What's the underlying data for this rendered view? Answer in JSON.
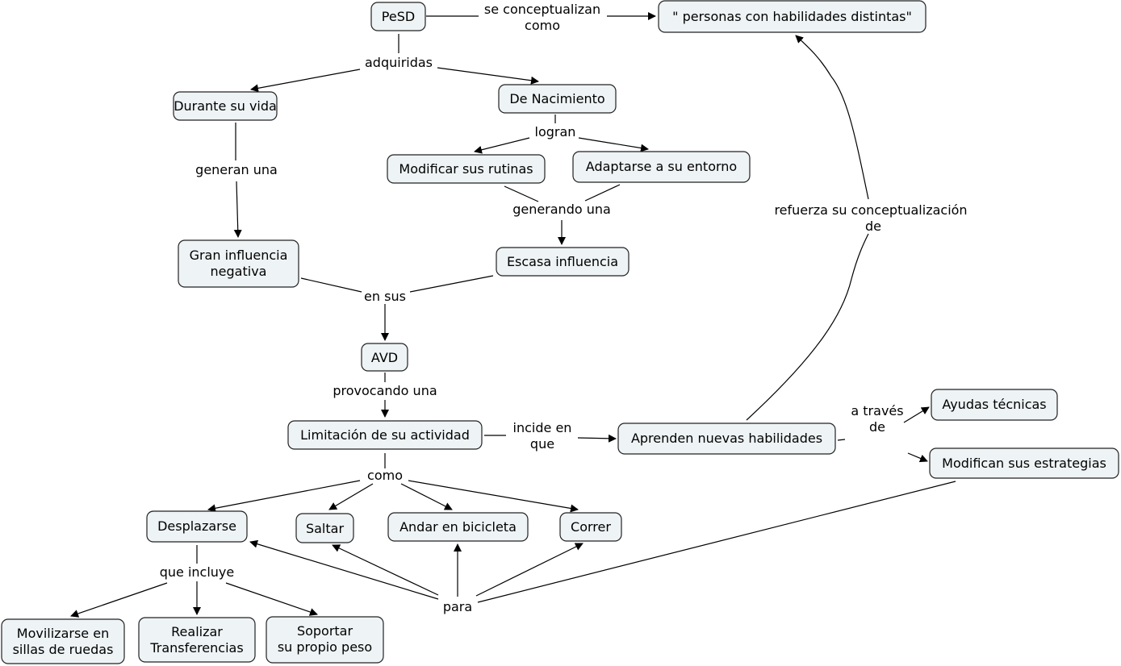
{
  "nodes": [
    {
      "id": "pesd",
      "lines": [
        "PeSD"
      ]
    },
    {
      "id": "personas",
      "lines": [
        "\" personas con habilidades distintas\""
      ]
    },
    {
      "id": "durante",
      "lines": [
        "Durante su vida"
      ]
    },
    {
      "id": "nacimiento",
      "lines": [
        "De Nacimiento"
      ]
    },
    {
      "id": "modificar",
      "lines": [
        "Modificar sus rutinas"
      ]
    },
    {
      "id": "adaptarse",
      "lines": [
        "Adaptarse a su entorno"
      ]
    },
    {
      "id": "gran",
      "lines": [
        "Gran influencia",
        "negativa"
      ]
    },
    {
      "id": "escasa",
      "lines": [
        "Escasa influencia"
      ]
    },
    {
      "id": "avd",
      "lines": [
        "AVD"
      ]
    },
    {
      "id": "limitacion",
      "lines": [
        "Limitación de su actividad"
      ]
    },
    {
      "id": "aprenden",
      "lines": [
        "Aprenden nuevas habilidades"
      ]
    },
    {
      "id": "ayudas",
      "lines": [
        "Ayudas técnicas"
      ]
    },
    {
      "id": "modifican",
      "lines": [
        "Modifican sus estrategias"
      ]
    },
    {
      "id": "desplazarse",
      "lines": [
        "Desplazarse"
      ]
    },
    {
      "id": "saltar",
      "lines": [
        "Saltar"
      ]
    },
    {
      "id": "andar",
      "lines": [
        "Andar en bicicleta"
      ]
    },
    {
      "id": "correr",
      "lines": [
        "Correr"
      ]
    },
    {
      "id": "movilizarse",
      "lines": [
        "Movilizarse en",
        "sillas de ruedas"
      ]
    },
    {
      "id": "realizar",
      "lines": [
        "Realizar",
        "Transferencias"
      ]
    },
    {
      "id": "soportar",
      "lines": [
        "Soportar",
        "su propio peso"
      ]
    }
  ],
  "linking_phrases": [
    {
      "id": "conceptualizan",
      "lines": [
        "se conceptualizan",
        "como"
      ]
    },
    {
      "id": "adquiridas",
      "lines": [
        "adquiridas"
      ]
    },
    {
      "id": "logran",
      "lines": [
        "logran"
      ]
    },
    {
      "id": "generan",
      "lines": [
        "generan una"
      ]
    },
    {
      "id": "generando",
      "lines": [
        "generando una"
      ]
    },
    {
      "id": "ensus",
      "lines": [
        "en sus"
      ]
    },
    {
      "id": "provocando",
      "lines": [
        "provocando una"
      ]
    },
    {
      "id": "incide",
      "lines": [
        "incide en",
        "que"
      ]
    },
    {
      "id": "refuerza",
      "lines": [
        "refuerza su conceptualización",
        "de"
      ]
    },
    {
      "id": "atraves",
      "lines": [
        "a través",
        "de"
      ]
    },
    {
      "id": "como",
      "lines": [
        "como"
      ]
    },
    {
      "id": "incluye",
      "lines": [
        "que incluye"
      ]
    },
    {
      "id": "para",
      "lines": [
        "para"
      ]
    }
  ]
}
